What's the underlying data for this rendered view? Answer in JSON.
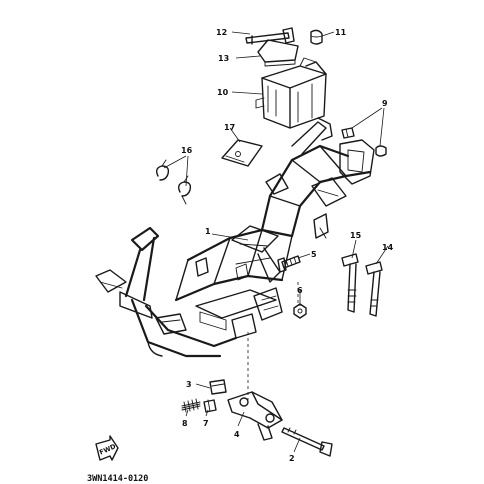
{
  "diagram_code": "3WN1414-0120",
  "fwd_label": "FWD",
  "callouts": {
    "c1": "1",
    "c2": "2",
    "c3": "3",
    "c4": "4",
    "c5": "5",
    "c6": "6",
    "c7": "7",
    "c8": "8",
    "c9": "9",
    "c10": "10",
    "c11": "11",
    "c12": "12",
    "c13": "13",
    "c14": "14",
    "c15": "15",
    "c16": "16",
    "c17": "17"
  }
}
